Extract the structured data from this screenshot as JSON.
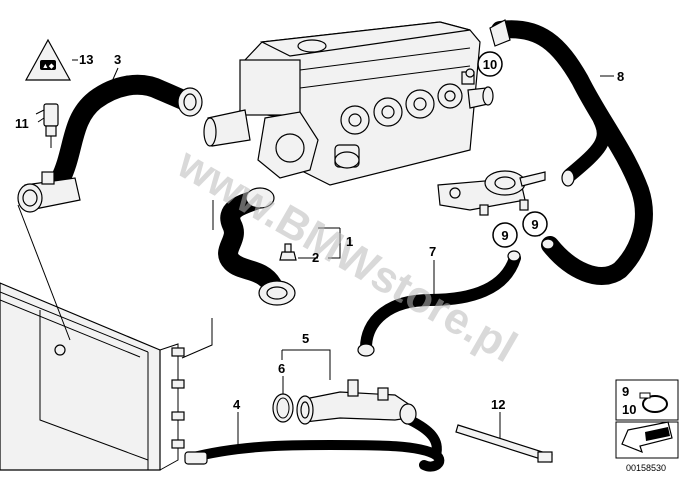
{
  "labels": {
    "p1": "1",
    "p2": "2",
    "p3": "3",
    "p4": "4",
    "p5": "5",
    "p6": "6",
    "p7": "7",
    "p8": "8",
    "p9a": "9",
    "p9b": "9",
    "p10": "10",
    "p11": "11",
    "p12": "12",
    "p13": "13"
  },
  "legend": {
    "item_top": "9",
    "item_bottom": "10"
  },
  "watermark": "www.BMWstore.pl",
  "diagram_id": "00158530"
}
